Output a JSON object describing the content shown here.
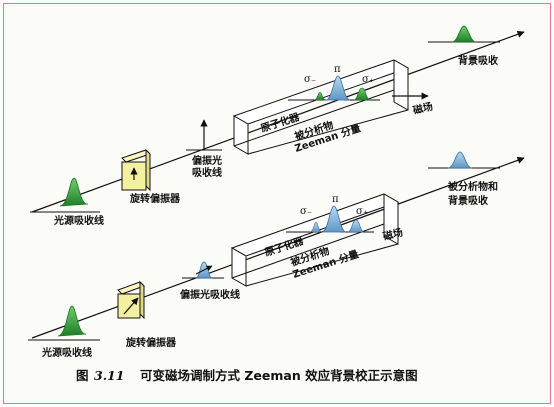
{
  "top": {
    "light_source_label": "光源吸收线",
    "polarizer_label": "旋转偏振器",
    "polarized_label_1": "偏振光",
    "polarized_label_2": "吸收线",
    "atomizer_label": "原子化器",
    "analyte_label": "被分析物",
    "zeeman_label": "Zeeman 分量",
    "sigma_minus": "σ₋",
    "pi": "π",
    "sigma_plus": "σ₊",
    "magnetic_label": "磁场",
    "output_label": "背景吸收"
  },
  "bottom": {
    "light_source_label": "光源吸收线",
    "polarizer_label": "旋转偏振器",
    "polarized_label": "偏振光吸收线",
    "atomizer_label": "原子化器",
    "analyte_label": "被分析物",
    "zeeman_label": "Zeeman 分量",
    "sigma_minus": "σ₋",
    "pi": "π",
    "sigma_plus": "σ₊",
    "magnetic_label": "磁场",
    "output_label_1": "被分析物和",
    "output_label_2": "背景吸收"
  },
  "caption": {
    "prefix": "图",
    "number": "3.11",
    "text": "可变磁场调制方式 Zeeman 效应背景校正示意图"
  },
  "colors": {
    "frame": "#e07a8a",
    "green_peak": "#2f9a3a",
    "blue_peak": "#7aaed6",
    "polarizer_fill": "#f3f0a0",
    "line": "#111111"
  }
}
